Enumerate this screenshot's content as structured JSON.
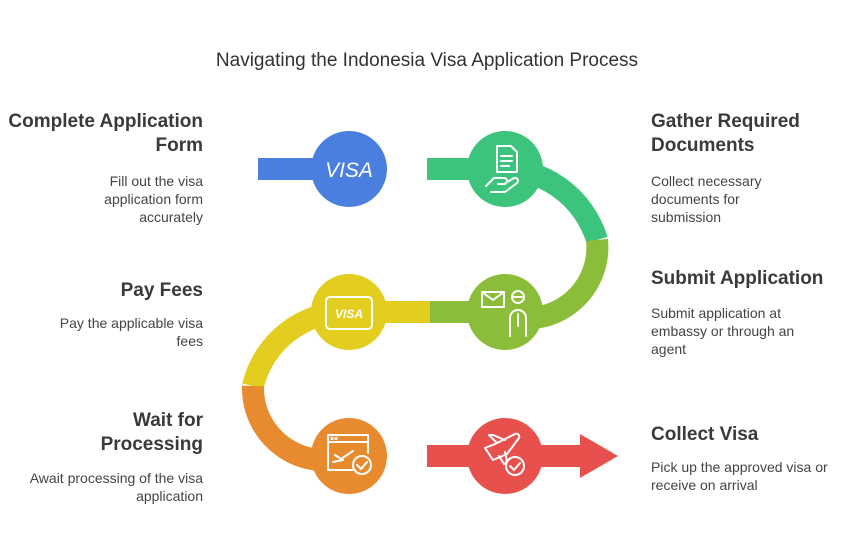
{
  "title": "Navigating the Indonesia Visa Application Process",
  "steps": [
    {
      "title": "Complete Application Form",
      "description": "Fill out the visa application form accurately",
      "icon": "visa-text-icon",
      "color": "#4a7fe0"
    },
    {
      "title": "Gather Required Documents",
      "description": "Collect necessary documents for submission",
      "icon": "document-hand-icon",
      "color": "#3cc47c"
    },
    {
      "title": "Submit Application",
      "description": "Submit application at embassy or through an agent",
      "icon": "envelope-person-icon",
      "color": "#8cbd3a"
    },
    {
      "title": "Pay Fees",
      "description": "Pay the applicable visa fees",
      "icon": "visa-card-icon",
      "color": "#e3cd1f"
    },
    {
      "title": "Wait for Processing",
      "description": "Await processing of the visa application",
      "icon": "processing-window-icon",
      "color": "#e88a2e"
    },
    {
      "title": "Collect Visa",
      "description": "Pick up the approved visa or receive on arrival",
      "icon": "airplane-check-icon",
      "color": "#e8504e"
    }
  ],
  "icon_labels": {
    "visa_badge": "VISA",
    "visa_card": "VISA"
  }
}
